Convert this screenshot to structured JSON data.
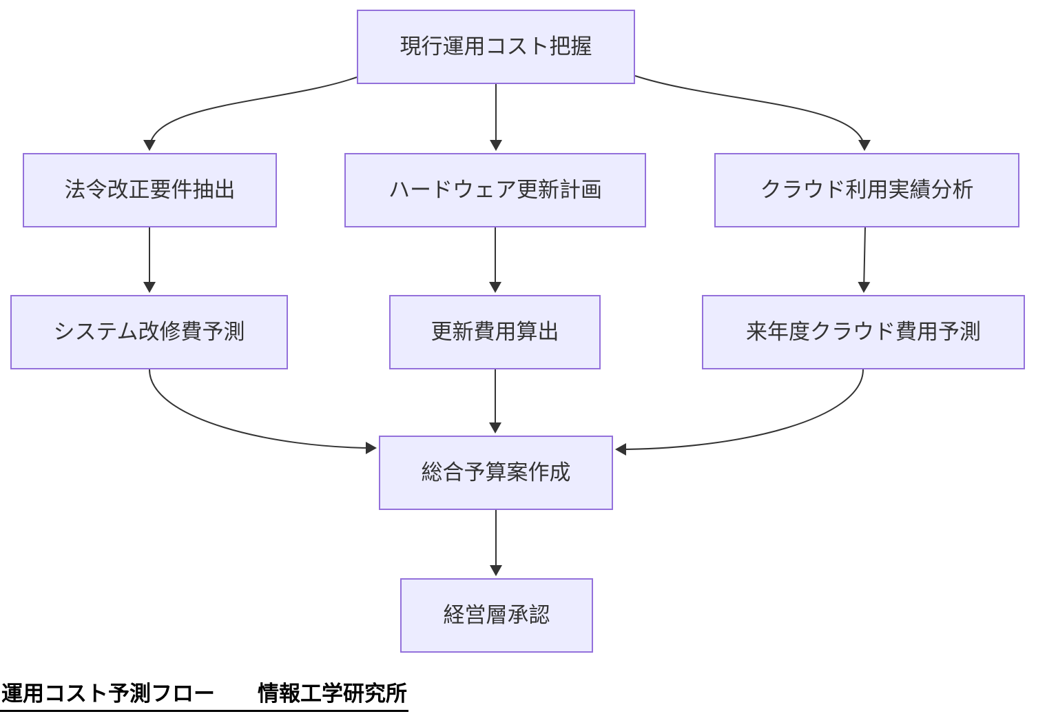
{
  "diagram": {
    "type": "flowchart",
    "direction": "top-down",
    "nodes": [
      {
        "id": "A",
        "label": "現行運用コスト把握"
      },
      {
        "id": "B",
        "label": "法令改正要件抽出"
      },
      {
        "id": "C",
        "label": "ハードウェア更新計画"
      },
      {
        "id": "D",
        "label": "クラウド利用実績分析"
      },
      {
        "id": "E",
        "label": "システム改修費予測"
      },
      {
        "id": "F",
        "label": "更新費用算出"
      },
      {
        "id": "G",
        "label": "来年度クラウド費用予測"
      },
      {
        "id": "H",
        "label": "総合予算案作成"
      },
      {
        "id": "I",
        "label": "経営層承認"
      }
    ],
    "edges": [
      {
        "from": "A",
        "to": "B"
      },
      {
        "from": "A",
        "to": "C"
      },
      {
        "from": "A",
        "to": "D"
      },
      {
        "from": "B",
        "to": "E"
      },
      {
        "from": "C",
        "to": "F"
      },
      {
        "from": "D",
        "to": "G"
      },
      {
        "from": "E",
        "to": "H"
      },
      {
        "from": "F",
        "to": "H"
      },
      {
        "from": "G",
        "to": "H"
      },
      {
        "from": "H",
        "to": "I"
      }
    ],
    "colors": {
      "node_fill": "#ECECFF",
      "node_border": "#9370DB",
      "edge_stroke": "#333333",
      "text": "#333333",
      "background": "#ffffff"
    }
  },
  "caption": {
    "text": "運用コスト予測フロー　　情報工学研究所"
  }
}
